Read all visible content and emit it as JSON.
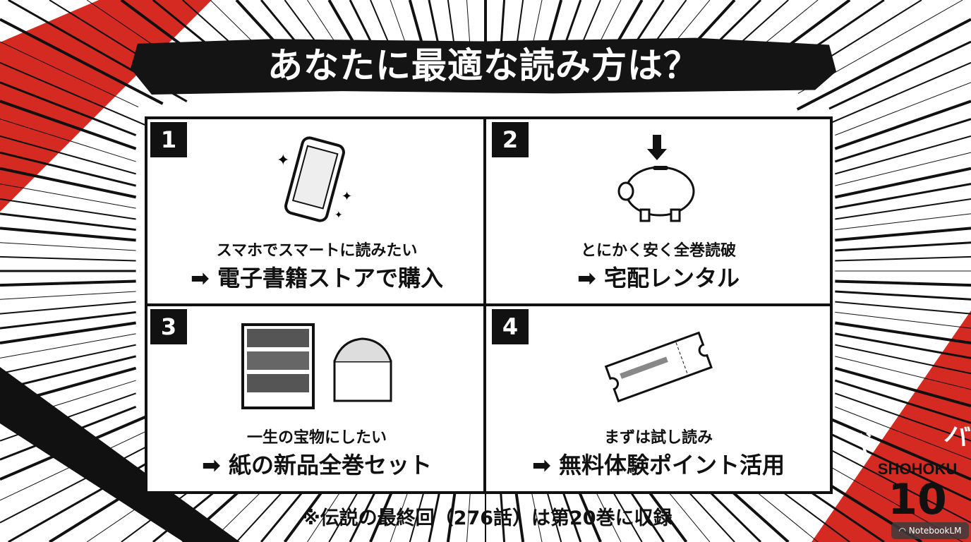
{
  "title": "あなたに最適な読み方は？",
  "cards": [
    {
      "number": "1",
      "icon": "smartphone-icon",
      "line1": "スマホでスマートに読みたい",
      "line2": "➡ 電子書籍ストアで購入"
    },
    {
      "number": "2",
      "icon": "piggy-bank-icon",
      "line1": "とにかく安く全巻読破",
      "line2": "➡ 宅配レンタル"
    },
    {
      "number": "3",
      "icon": "bookshelf-treasure-icon",
      "line1": "一生の宝物にしたい",
      "line2": "➡ 紙の新品全巻セット"
    },
    {
      "number": "4",
      "icon": "ticket-icon",
      "line1": "まずは試し読み",
      "line2": "➡ 無料体験ポイント活用"
    }
  ],
  "footnote": "※伝説の最終回（276話）は第20巻に収録",
  "logo": {
    "team": "SHOHOKU",
    "jersey_number": "10",
    "sfx_left": "ド",
    "sfx_right": "バ"
  },
  "watermark": "NotebookLM",
  "colors": {
    "accent_red": "#d42a22",
    "ink": "#111111"
  }
}
